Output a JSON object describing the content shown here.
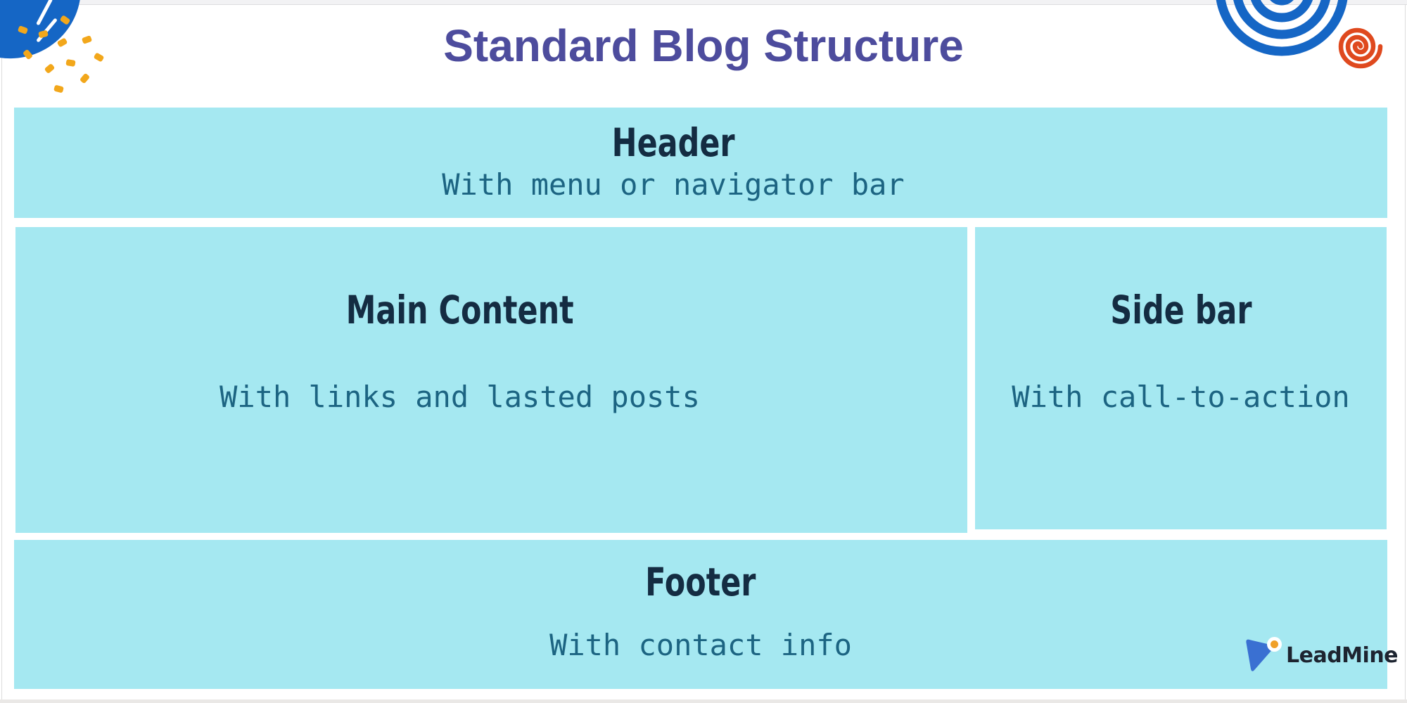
{
  "page": {
    "title": "Standard Blog Structure"
  },
  "diagram": {
    "header": {
      "title": "Header",
      "subtitle": "With menu or navigator bar"
    },
    "main": {
      "title": "Main Content",
      "subtitle": "With links and lasted posts"
    },
    "sidebar": {
      "title": "Side bar",
      "subtitle": "With call-to-action"
    },
    "footer": {
      "title": "Footer",
      "subtitle": "With contact info"
    }
  },
  "branding": {
    "logo_text": "LeadMine"
  },
  "colors": {
    "box_background": "#a5e8f1",
    "title_purple": "#4d4c9d",
    "heading_navy": "#142c42",
    "subtitle_teal": "#1c6482",
    "decoration_blue": "#1566c5",
    "decoration_yellow": "#f2a71b",
    "decoration_red": "#df491e",
    "logo_blue": "#3a70d2",
    "logo_dot_orange": "#f0a028",
    "logo_text_dark": "#1d2430"
  }
}
